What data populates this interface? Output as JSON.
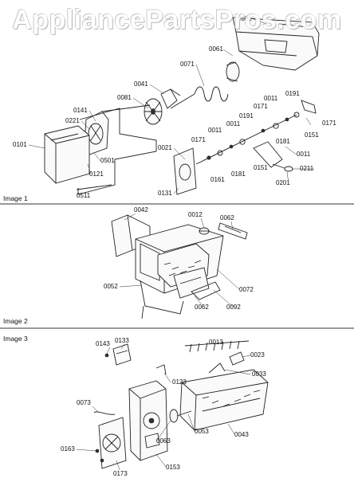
{
  "watermark": "AppliancePartsPros.com",
  "sections": [
    {
      "label": "Image 1"
    },
    {
      "label": "Image 2"
    },
    {
      "label": "Image 3"
    }
  ],
  "image1_callouts": [
    "0031",
    "0061",
    "0071",
    "0041",
    "0081",
    "0141",
    "0221",
    "0101",
    "0501",
    "0121",
    "0511",
    "0021",
    "0131",
    "0171",
    "0011",
    "0161",
    "0181",
    "0191",
    "0151",
    "0201",
    "0211"
  ],
  "image2_callouts": [
    "0042",
    "0012",
    "0062",
    "0052",
    "0072",
    "0092"
  ],
  "image3_callouts": [
    "0143",
    "0133",
    "0013",
    "0023",
    "0033",
    "0123",
    "0073",
    "0063",
    "0053",
    "0043",
    "0163",
    "0173",
    "0153"
  ]
}
